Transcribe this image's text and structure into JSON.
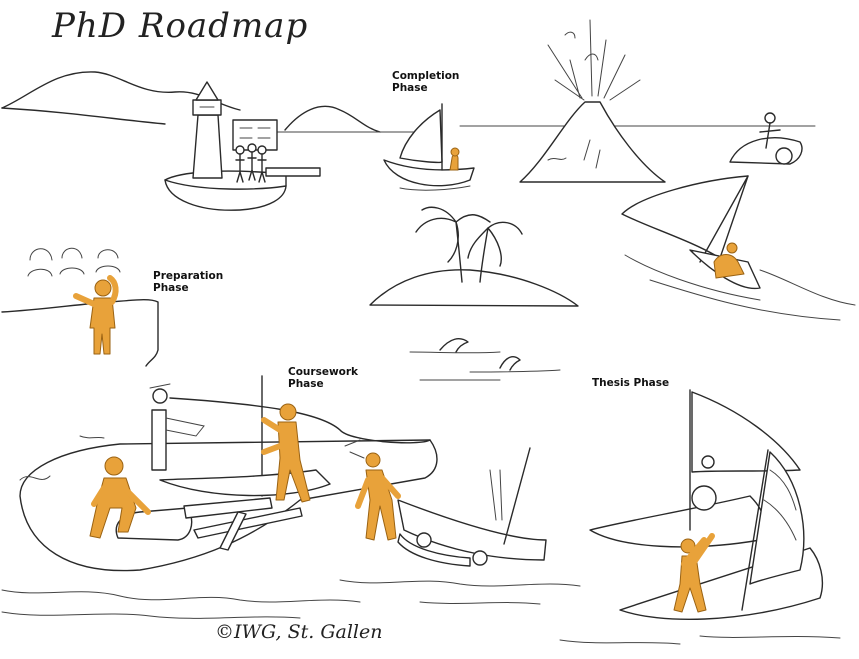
{
  "title": "PhD Roadmap",
  "phases": {
    "preparation": "Preparation\nPhase",
    "coursework": "Coursework\nPhase",
    "completion": "Completion\nPhase",
    "thesis": "Thesis Phase"
  },
  "copyright": "©IWG, St. Gallen",
  "colors": {
    "figure": "#e8a23a",
    "ink": "#2a2a2a",
    "background": "#ffffff"
  }
}
